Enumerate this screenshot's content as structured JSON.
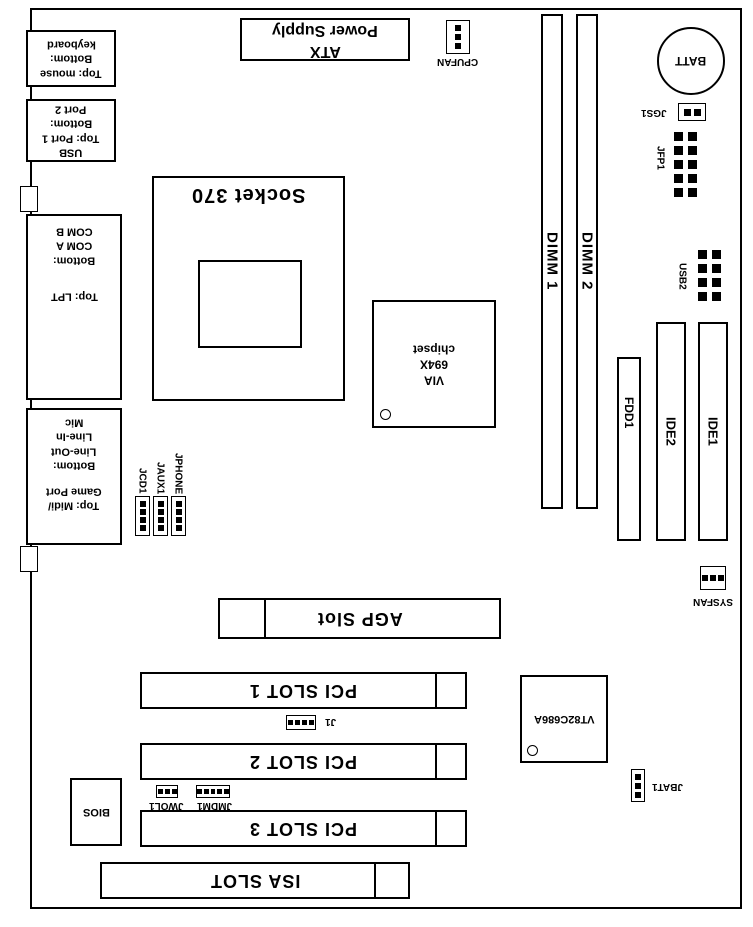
{
  "board": {
    "ps2_port": {
      "lines": [
        "keyboard",
        "Bottom:",
        "Top: mouse"
      ]
    },
    "usb_port": {
      "lines": [
        "Port 2",
        "Bottom:",
        "Top: Port 1",
        "USB"
      ]
    },
    "com_lpt_port": {
      "upper_lines": [
        "COM B",
        "COM A",
        "Bottom:"
      ],
      "lower_lines": [
        "Top: LPT"
      ]
    },
    "audio_port": {
      "upper_lines": [
        "Mic",
        "Line-In",
        "Line-Out",
        "Bottom:"
      ],
      "lower_lines": [
        "Game Port",
        "Top: Midi/"
      ]
    },
    "atx": {
      "lines": [
        "Power Supply",
        "ATX"
      ]
    },
    "cpufan": {
      "label": "CPUFAN"
    },
    "sysfan": {
      "label": "SYSFAN"
    },
    "dimm1": {
      "label": "DIMM 1"
    },
    "dimm2": {
      "label": "DIMM 2"
    },
    "batt": {
      "label": "BATT"
    },
    "jgs1": {
      "label": "JGS1"
    },
    "jfp1": {
      "label": "JFP1"
    },
    "usb2": {
      "label": "USB2"
    },
    "socket": {
      "label": "Socket 370"
    },
    "via_chipset": {
      "lines": [
        "chipset",
        "694X",
        "VIA"
      ]
    },
    "fdd1": {
      "label": "FDD1"
    },
    "ide2": {
      "label": "IDE2"
    },
    "ide1": {
      "label": "IDE1"
    },
    "jcd1": {
      "label": "JCD1"
    },
    "jaux1": {
      "label": "JAUX1"
    },
    "jphone": {
      "label": "JPHONE"
    },
    "agp": {
      "label": "AGP Slot"
    },
    "pci1": {
      "label": "PCI SLOT 1"
    },
    "pci2": {
      "label": "PCI SLOT 2"
    },
    "pci3": {
      "label": "PCI SLOT 3"
    },
    "isa": {
      "label": "ISA SLOT"
    },
    "bios": {
      "label": "BIOS"
    },
    "j1": {
      "label": "J1"
    },
    "jwol1": {
      "label": "JWOL1"
    },
    "jmdm1": {
      "label": "JMDM1"
    },
    "jbat1": {
      "label": "JBAT1"
    },
    "vt_chip": {
      "label": "VT82C686A"
    },
    "colors": {
      "line": "#000000",
      "background": "#ffffff"
    }
  }
}
